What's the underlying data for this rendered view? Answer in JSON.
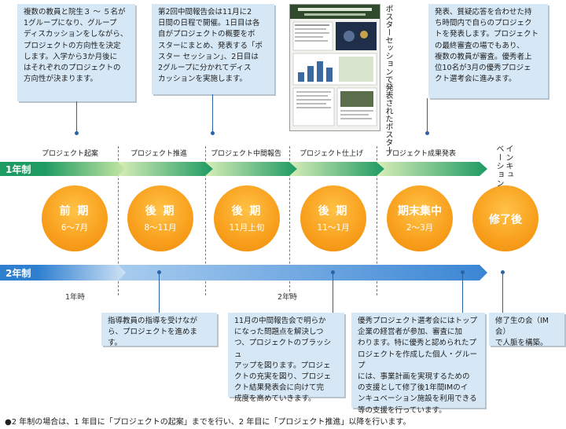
{
  "notes": {
    "top_1": "複数の教員と院生３ ～ ５名が\n1グループになり、グループ\nディスカッションをしながら、\nプロジェクトの方向性を決定\nします。入学から3か月後に\nはそれぞれのプロジェクトの\n方向性が決まります。",
    "top_2": "第2回中間報告会は11月に2\n日間の日程で開催。1日目は各\n自がプロジェクトの概要をポ\nスターにまとめ、発表する「ポ\nスター セッション」、2日目は\n2グループに分かれてディス\nカッションを実施します。",
    "top_3": "発表、質疑応答を合わせた持\nち時間内で自らのプロジェク\nトを発表します。プロジェクト\nの最終審査の場でもあり、\n複数の教員が審査。優秀者上\n位10名が3月の優秀プロジェ\nクト選考会に進みます。",
    "bottom_1": "指導教員の指導を受けなが\nら、プロジェクトを進めます。",
    "bottom_2": "11月の中間報告会で明らか\nになった問題点を解決しつ\nつ、プロジェクトのブラッシュ\nアップを図ります。プロジェ\nクトの充実を図り、プロジェ\nクト結果発表会に向けて完\n成度を高めていきます。",
    "bottom_3": "優秀プロジェクト選考会にはトップ\n企業の経営者が参加、審査に加\nわります。特に優秀と認められたプ\nロジェクトを作成した個人・グループ\nには、事業計画を実現するための\nの支援として修了後1年間IMのイ\nンキュベーション施設を利用できる\n等の支援を行っています。",
    "bottom_4": "修了生の会（IM 会）\nで人脈を構築。"
  },
  "poster_caption": "ポスターセッションで発表されたポスター",
  "incubation": "インキュ\nベーション",
  "phases": [
    "プロジェクト起案",
    "プロジェクト推進",
    "プロジェクト中間報告",
    "プロジェクト仕上げ",
    "プロジェクト成果発表"
  ],
  "tracks": {
    "one_year": "1年制",
    "two_year": "2年制",
    "colors": {
      "one_year": "#1e9a63",
      "two_year": "#2f7fd1",
      "circle": "#f9a21f",
      "note_bg": "#d6e8f6"
    }
  },
  "circles": [
    {
      "title": "前 期",
      "period": "6～7月"
    },
    {
      "title": "後 期",
      "period": "8～11月"
    },
    {
      "title": "後 期",
      "period": "11月上旬"
    },
    {
      "title": "後 期",
      "period": "11～1月"
    },
    {
      "title": "期末集中",
      "period": "2～3月"
    },
    {
      "title": "修了後",
      "period": ""
    }
  ],
  "year_labels": {
    "first": "1年時",
    "second": "2年時"
  },
  "footnote": "●2 年制の場合は、1 年目に「プロジェクトの起案」までを行い、2 年目に「プロジェクト推進」以降を行います。"
}
